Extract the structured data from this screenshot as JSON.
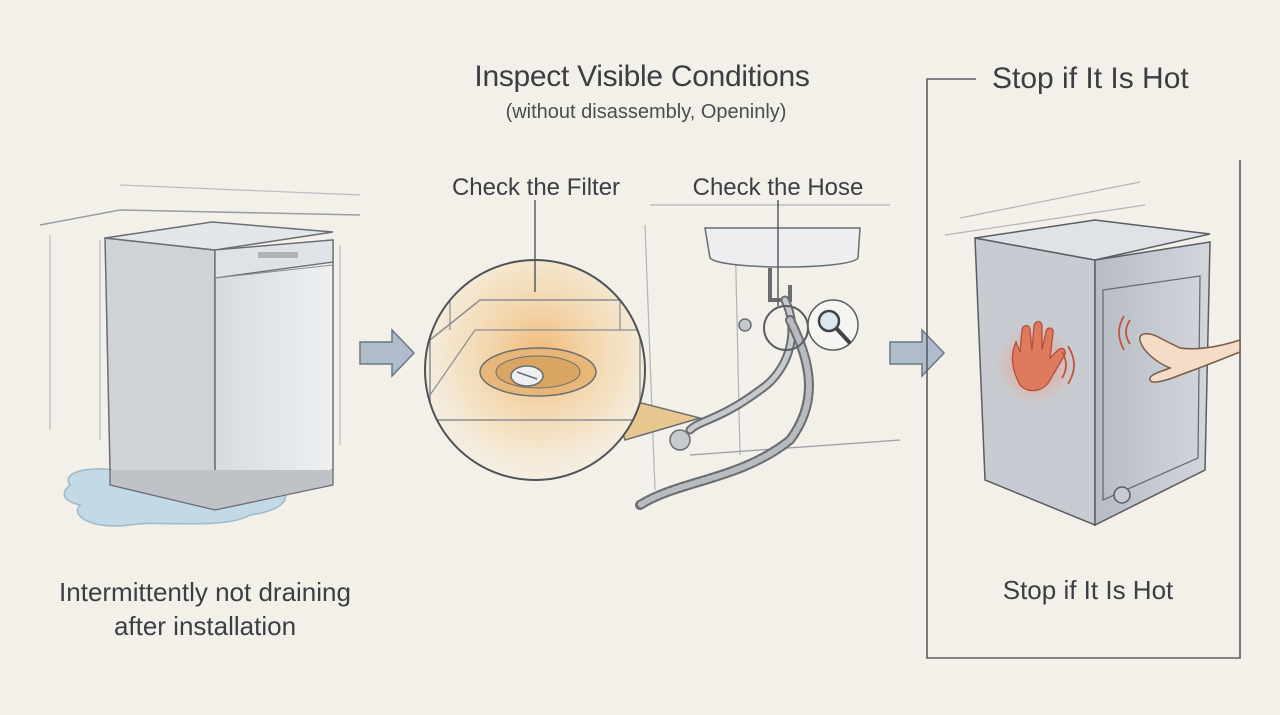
{
  "diagram": {
    "title": "Inspect Visible Conditions",
    "subtitle": "(without disassembly, Openinly)",
    "labels": {
      "filter": "Check the Filter",
      "hose": "Check the Hose"
    },
    "stop_panel": {
      "title": "Stop if It Is Hot",
      "caption": "Stop if It Is Hot"
    },
    "captions": {
      "left_line1": "Intermittently not draining",
      "left_line2": "after installation"
    },
    "icons": [
      "arrow-right-icon",
      "magnifier-icon",
      "hand-heat-icon",
      "hand-touch-icon"
    ],
    "colors": {
      "background": "#f2f0e9",
      "line": "#5a5d62",
      "water": "#bcd6e6",
      "heat": "#e07a5f",
      "glow": "#f0b061",
      "arrow": "#aebccb"
    }
  }
}
